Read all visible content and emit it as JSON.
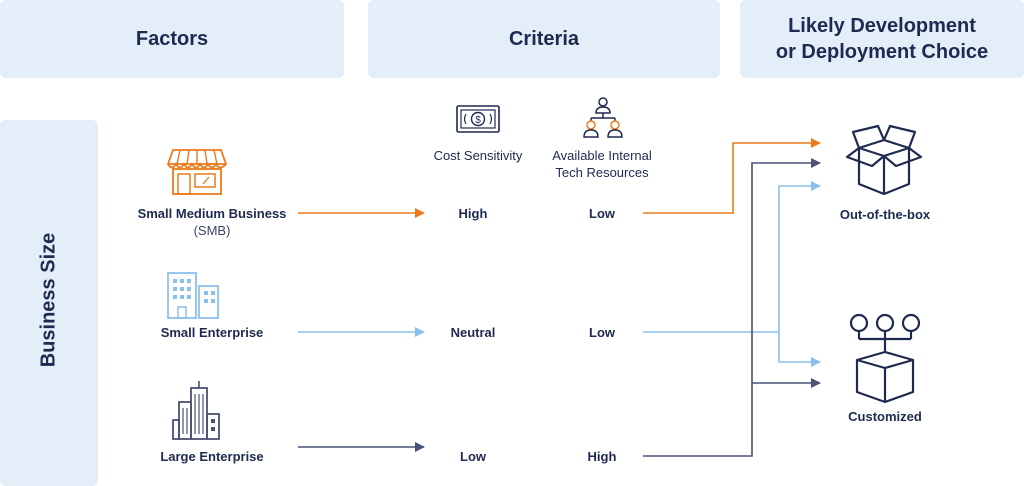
{
  "headers": {
    "factors": "Factors",
    "criteria": "Criteria",
    "choice_line1": "Likely Development",
    "choice_line2": "or Deployment Choice"
  },
  "side_label": "Business Size",
  "criteria_columns": {
    "cost": "Cost Sensitivity",
    "tech_line1": "Available Internal",
    "tech_line2": "Tech Resources"
  },
  "rows": [
    {
      "name": "Small Medium Business",
      "name2": "(SMB)",
      "cost": "High",
      "tech": "Low",
      "color": "#ec7a1c"
    },
    {
      "name": "Small Enterprise",
      "cost": "Neutral",
      "tech": "Low",
      "color": "#8cc0ec"
    },
    {
      "name": "Large Enterprise",
      "cost": "Low",
      "tech": "High",
      "color": "#4a5275"
    }
  ],
  "outcomes": {
    "box": "Out-of-the-box",
    "custom": "Customized"
  },
  "colors": {
    "navy": "#1e2a4f",
    "orange": "#ec7a1c",
    "lightblue": "#8cc0ec",
    "panel": "#e3eef9",
    "slate": "#4a5275"
  }
}
